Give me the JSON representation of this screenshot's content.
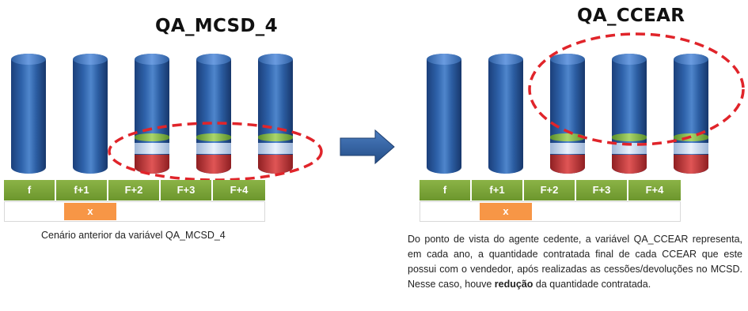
{
  "left": {
    "title": "QA_MCSD_4",
    "years": [
      "f",
      "f+1",
      "F+2",
      "F+3",
      "F+4"
    ],
    "marker": "x",
    "caption": "Cenário anterior da variável QA_MCSD_4"
  },
  "right": {
    "title": "QA_CCEAR",
    "years": [
      "f",
      "f+1",
      "F+2",
      "F+3",
      "F+4"
    ],
    "marker": "x",
    "caption_part1": "Do ponto de vista do agente cedente, a variável QA_CCEAR representa, em cada ano, a quantidade contratada final de cada CCEAR que este possui com o vendedor, após realizadas as cessões/devoluções no MCSD. Nesse caso, houve ",
    "caption_bold": "redução",
    "caption_part2": " da quantidade contratada."
  },
  "colors": {
    "cylinder_blue": "#2e62aa",
    "band_green": "#8bb346",
    "band_red": "#e05555",
    "year_row_green": "#7aa13a",
    "marker_orange": "#f79646",
    "ellipse_red": "#e0242a",
    "arrow_blue": "#2c5a96"
  }
}
